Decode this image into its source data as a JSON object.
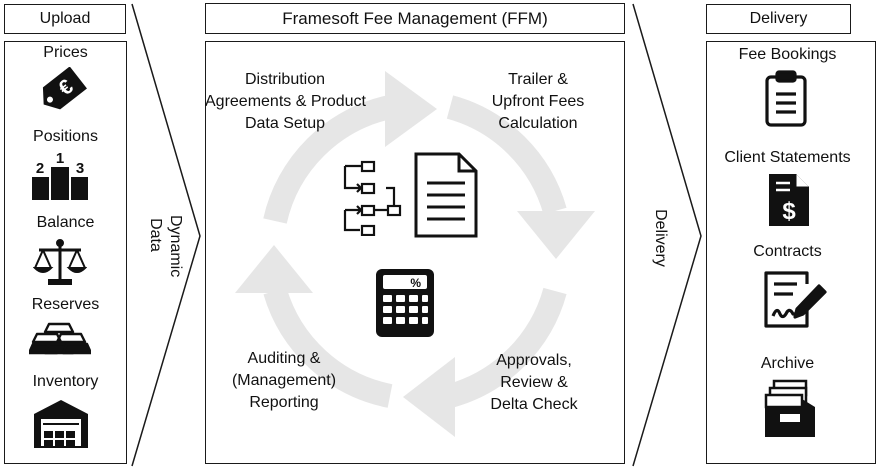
{
  "upload": {
    "title": "Upload",
    "items": [
      {
        "label": "Prices",
        "icon": "euro-price-tag-icon"
      },
      {
        "label": "Positions",
        "icon": "podium-icon"
      },
      {
        "label": "Balance",
        "icon": "balance-scale-icon"
      },
      {
        "label": "Reserves",
        "icon": "gold-bars-icon"
      },
      {
        "label": "Inventory",
        "icon": "warehouse-icon"
      }
    ]
  },
  "arrows": {
    "left_label_line1": "Dynamic",
    "left_label_line2": "Data",
    "right_label": "Delivery"
  },
  "ffm": {
    "title": "Framesoft Fee Management (FFM)",
    "steps": [
      {
        "lines": [
          "Distribution",
          "Agreements & Product",
          "Data Setup"
        ]
      },
      {
        "lines": [
          "Trailer &",
          "Upfront Fees",
          "Calculation"
        ]
      },
      {
        "lines": [
          "Approvals,",
          "Review &",
          "Delta Check"
        ]
      },
      {
        "lines": [
          "Auditing &",
          "(Management)",
          "Reporting"
        ]
      }
    ],
    "calculator_key": "%"
  },
  "delivery": {
    "title": "Delivery",
    "items": [
      {
        "label": "Fee Bookings",
        "icon": "clipboard-icon"
      },
      {
        "label": "Client Statements",
        "icon": "dollar-document-icon"
      },
      {
        "label": "Contracts",
        "icon": "signed-contract-icon"
      },
      {
        "label": "Archive",
        "icon": "archive-box-icon"
      }
    ]
  },
  "colors": {
    "cycle_arrows": "#e6e6e6",
    "stroke": "#1a1a1a"
  }
}
